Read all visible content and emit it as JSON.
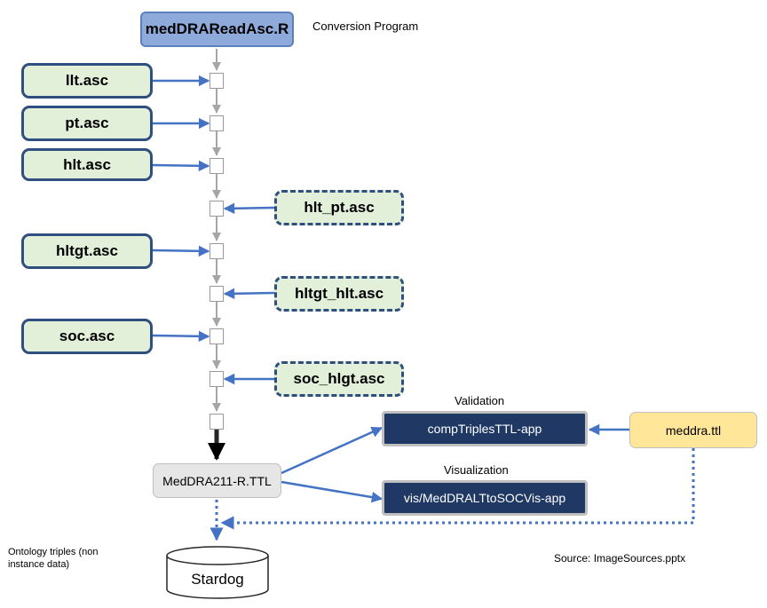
{
  "program": {
    "label": "medDRAReadAsc.R",
    "caption": "Conversion Program"
  },
  "inputs": {
    "llt": "llt.asc",
    "pt": "pt.asc",
    "hlt": "hlt.asc",
    "hlt_pt": "hlt_pt.asc",
    "hltgt": "hltgt.asc",
    "hltgt_hlt": "hltgt_hlt.asc",
    "soc": "soc.asc",
    "soc_hlgt": "soc_hlgt.asc"
  },
  "output_file": "MedDRA211-R.TTL",
  "validation": {
    "heading": "Validation",
    "app": "compTriplesTTL-app"
  },
  "visualization": {
    "heading": "Visualization",
    "app": "vis/MedDRALTtoSOCVis-app"
  },
  "source_file": "meddra.ttl",
  "database": {
    "label": "Stardog",
    "caption": "Ontology triples (non instance data)"
  },
  "footer": "Source: ImageSources.pptx",
  "colors": {
    "blue_arrow": "#4472c4",
    "gray_arrow": "#a6a6a6",
    "file_fill": "#e2efd9",
    "file_border": "#2f4f7f",
    "app_fill": "#1f3864",
    "program_fill": "#8eaadb",
    "source_fill": "#ffe699"
  }
}
